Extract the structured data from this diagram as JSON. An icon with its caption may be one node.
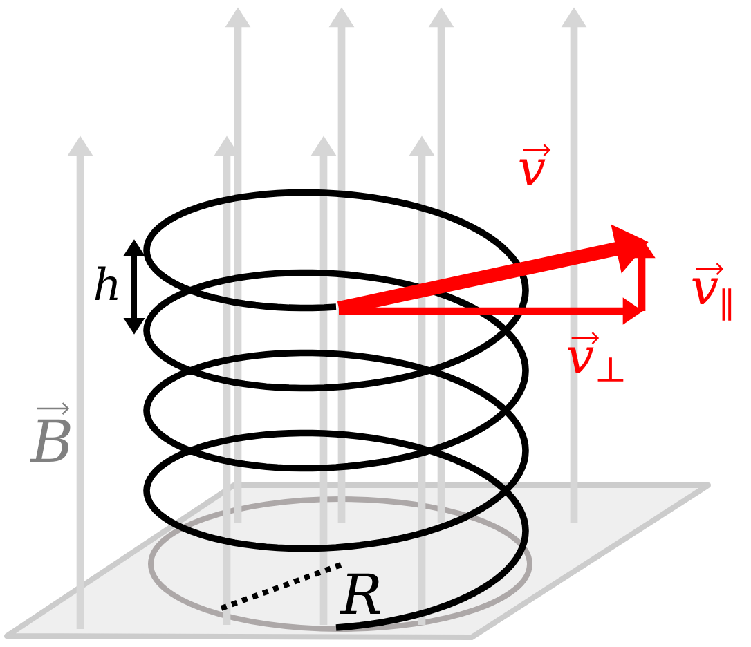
{
  "diagram": {
    "labels": [
      "v",
      "h",
      "*v*$_{∥}$",
      "*v*$_{⊥}$",
      "B",
      "R"
    ]
  }
}
